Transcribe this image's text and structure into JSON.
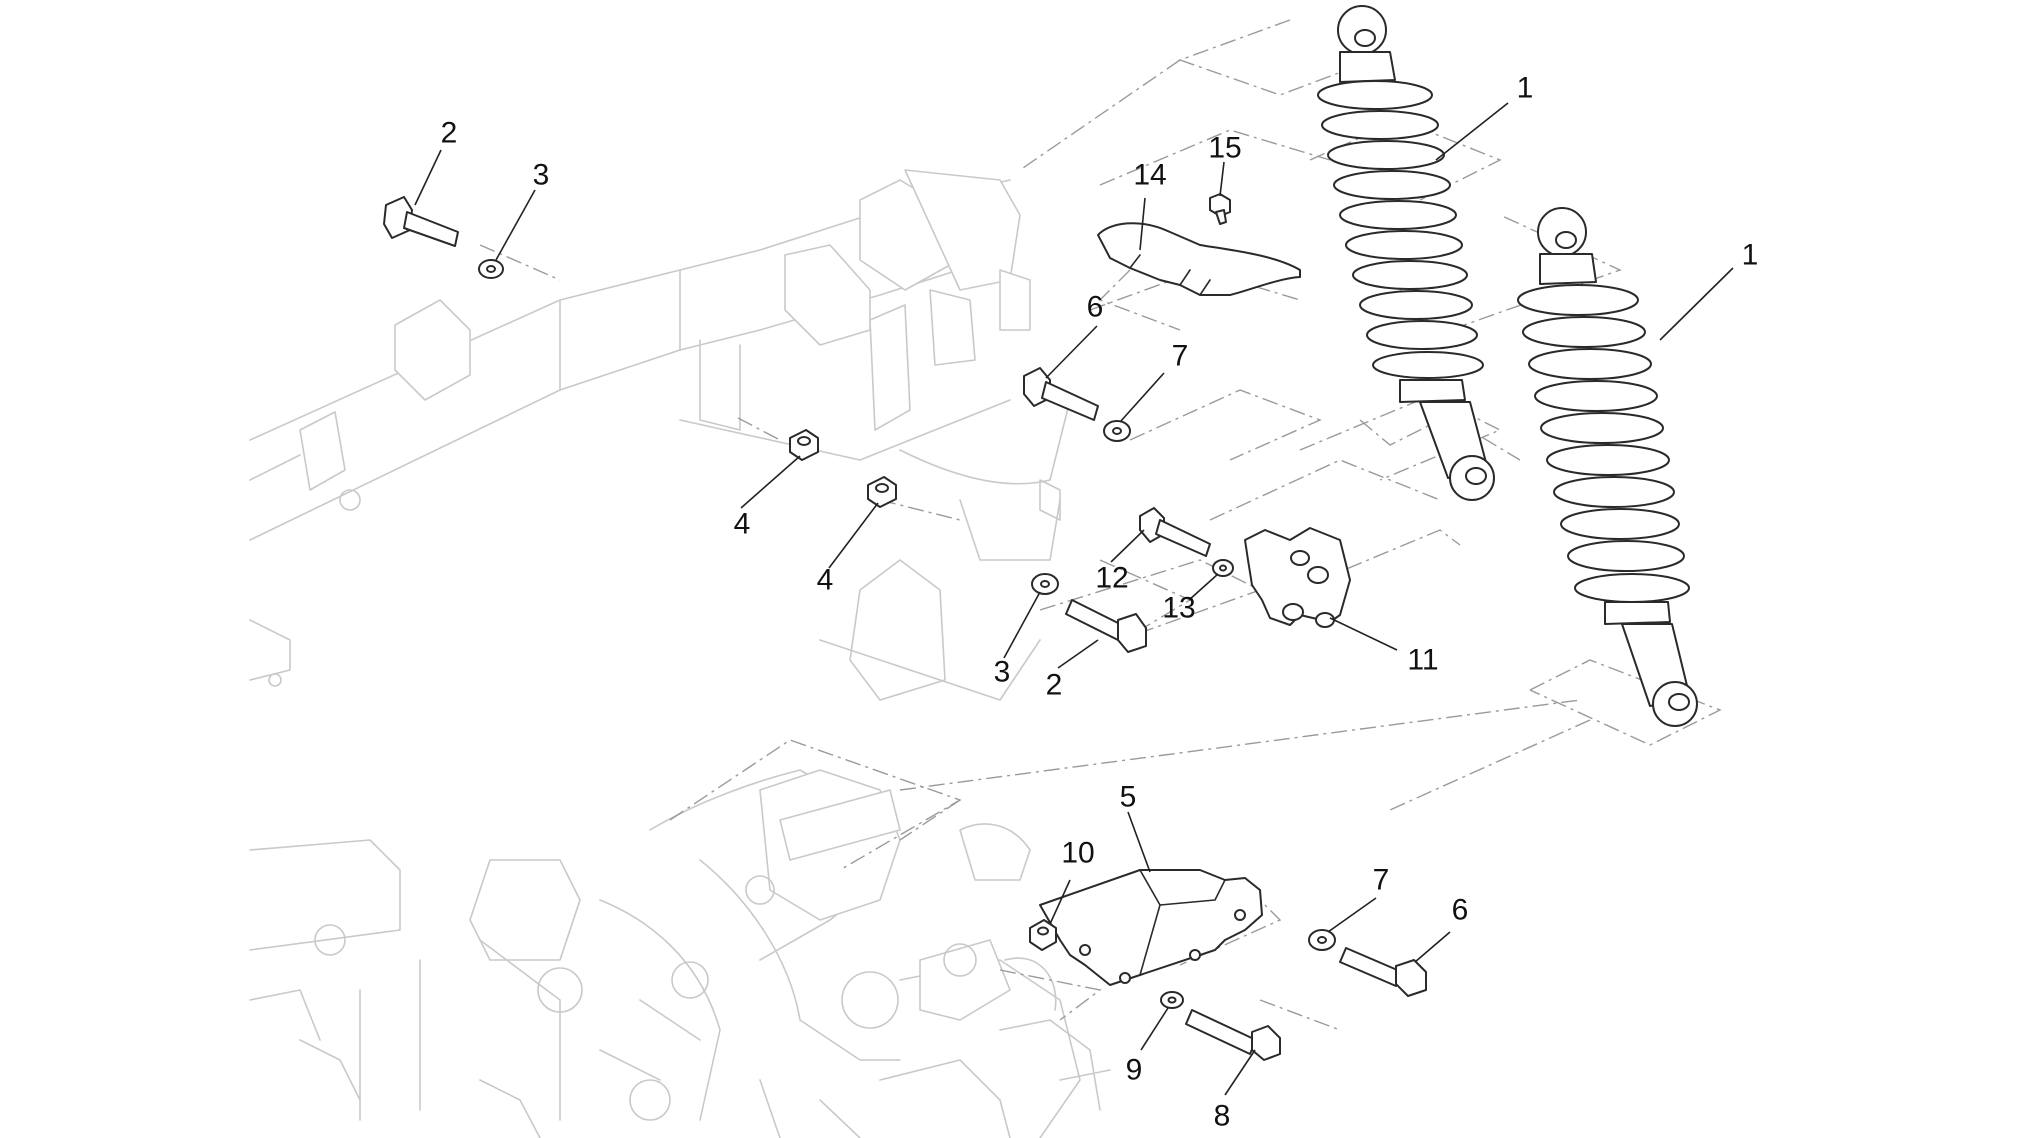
{
  "callouts": [
    {
      "id": "c1a",
      "text": "1"
    },
    {
      "id": "c1b",
      "text": "1"
    },
    {
      "id": "c2a",
      "text": "2"
    },
    {
      "id": "c2b",
      "text": "2"
    },
    {
      "id": "c3a",
      "text": "3"
    },
    {
      "id": "c3b",
      "text": "3"
    },
    {
      "id": "c4a",
      "text": "4"
    },
    {
      "id": "c4b",
      "text": "4"
    },
    {
      "id": "c5",
      "text": "5"
    },
    {
      "id": "c6a",
      "text": "6"
    },
    {
      "id": "c6b",
      "text": "6"
    },
    {
      "id": "c7a",
      "text": "7"
    },
    {
      "id": "c7b",
      "text": "7"
    },
    {
      "id": "c8",
      "text": "8"
    },
    {
      "id": "c9",
      "text": "9"
    },
    {
      "id": "c10",
      "text": "10"
    },
    {
      "id": "c11",
      "text": "11"
    },
    {
      "id": "c12",
      "text": "12"
    },
    {
      "id": "c13",
      "text": "13"
    },
    {
      "id": "c14",
      "text": "14"
    },
    {
      "id": "c15",
      "text": "15"
    }
  ],
  "colors": {
    "part_stroke": "#2a2a2a",
    "frame_stroke": "#c9c9c9",
    "background": "#ffffff"
  }
}
